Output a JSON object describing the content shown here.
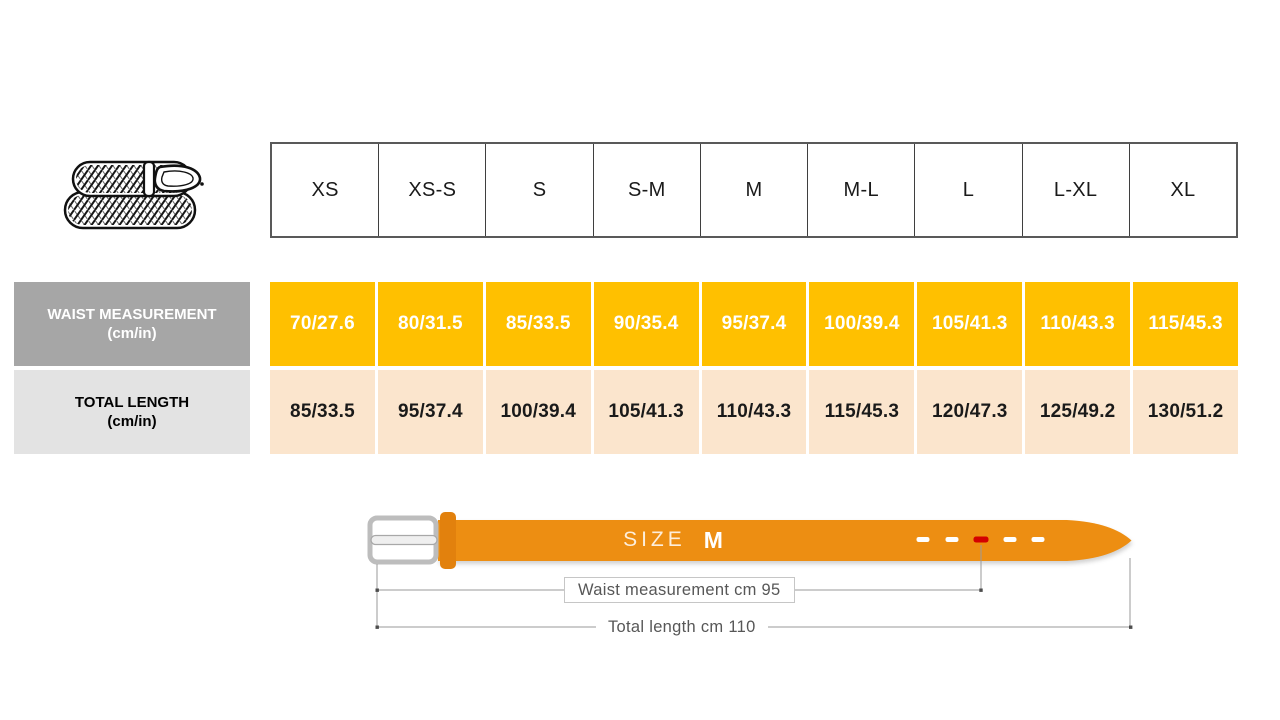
{
  "page": {
    "background": "#ffffff"
  },
  "product_image": {
    "name": "braided-belt-line-art"
  },
  "size_table": {
    "sizes": [
      "XS",
      "XS-S",
      "S",
      "S-M",
      "M",
      "M-L",
      "L",
      "L-XL",
      "XL"
    ],
    "rows": [
      {
        "label": "WAIST MEASUREMENT",
        "unit": "(cm/in)",
        "values": [
          "70/27.6",
          "80/31.5",
          "85/33.5",
          "90/35.4",
          "95/37.4",
          "100/39.4",
          "105/41.3",
          "110/43.3",
          "115/45.3"
        ]
      },
      {
        "label": "TOTAL LENGTH",
        "unit": "(cm/in)",
        "values": [
          "85/33.5",
          "95/37.4",
          "100/39.4",
          "105/41.3",
          "110/43.3",
          "115/45.3",
          "120/47.3",
          "125/49.2",
          "130/51.2"
        ]
      }
    ],
    "colors": {
      "waist_label_bg": "#a6a6a6",
      "waist_cell_bg": "#ffc000",
      "waist_cell_text": "#ffffff",
      "total_label_bg": "#e3e3e3",
      "total_cell_bg": "#fbe5cd",
      "header_border": "#595959"
    }
  },
  "diagram": {
    "size_label": "SIZE",
    "size_value": "M",
    "waist_label": "Waist measurement cm 95",
    "total_label": "Total length cm 110",
    "belt_color": "#ed8e12",
    "highlight_hole_color": "#d40000"
  },
  "chart_data": {
    "type": "table",
    "title": "Belt size chart",
    "columns": [
      "XS",
      "XS-S",
      "S",
      "S-M",
      "M",
      "M-L",
      "L",
      "L-XL",
      "XL"
    ],
    "rows": [
      {
        "label": "WAIST MEASUREMENT (cm/in)",
        "values": [
          "70/27.6",
          "80/31.5",
          "85/33.5",
          "90/35.4",
          "95/37.4",
          "100/39.4",
          "105/41.3",
          "110/43.3",
          "115/45.3"
        ]
      },
      {
        "label": "TOTAL LENGTH (cm/in)",
        "values": [
          "85/33.5",
          "95/37.4",
          "100/39.4",
          "105/41.3",
          "110/43.3",
          "115/45.3",
          "120/47.3",
          "125/49.2",
          "130/51.2"
        ]
      }
    ],
    "example": {
      "size": "M",
      "waist_cm": 95,
      "total_length_cm": 110
    }
  }
}
